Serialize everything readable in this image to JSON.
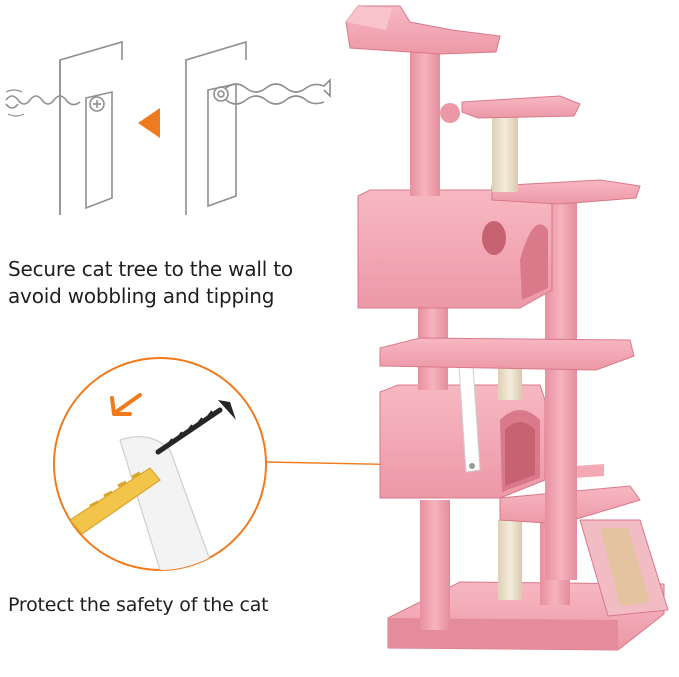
{
  "image": {
    "subject": "pink cat tree with wall anchor illustrations",
    "colors": {
      "plush": "#f4a9b5",
      "plush_shadow": "#e48c9b",
      "plush_dark": "#d9798a",
      "sisal": "#ede3cf",
      "accent_orange": "#f07a1e",
      "anchor_yellow": "#f2c54a",
      "line_gray": "#8f8f8f"
    }
  },
  "captions": {
    "wall_securing": {
      "line1": "Secure cat tree to the wall to",
      "line2": "avoid wobbling and tipping"
    },
    "safety": "Protect the safety of the cat"
  }
}
